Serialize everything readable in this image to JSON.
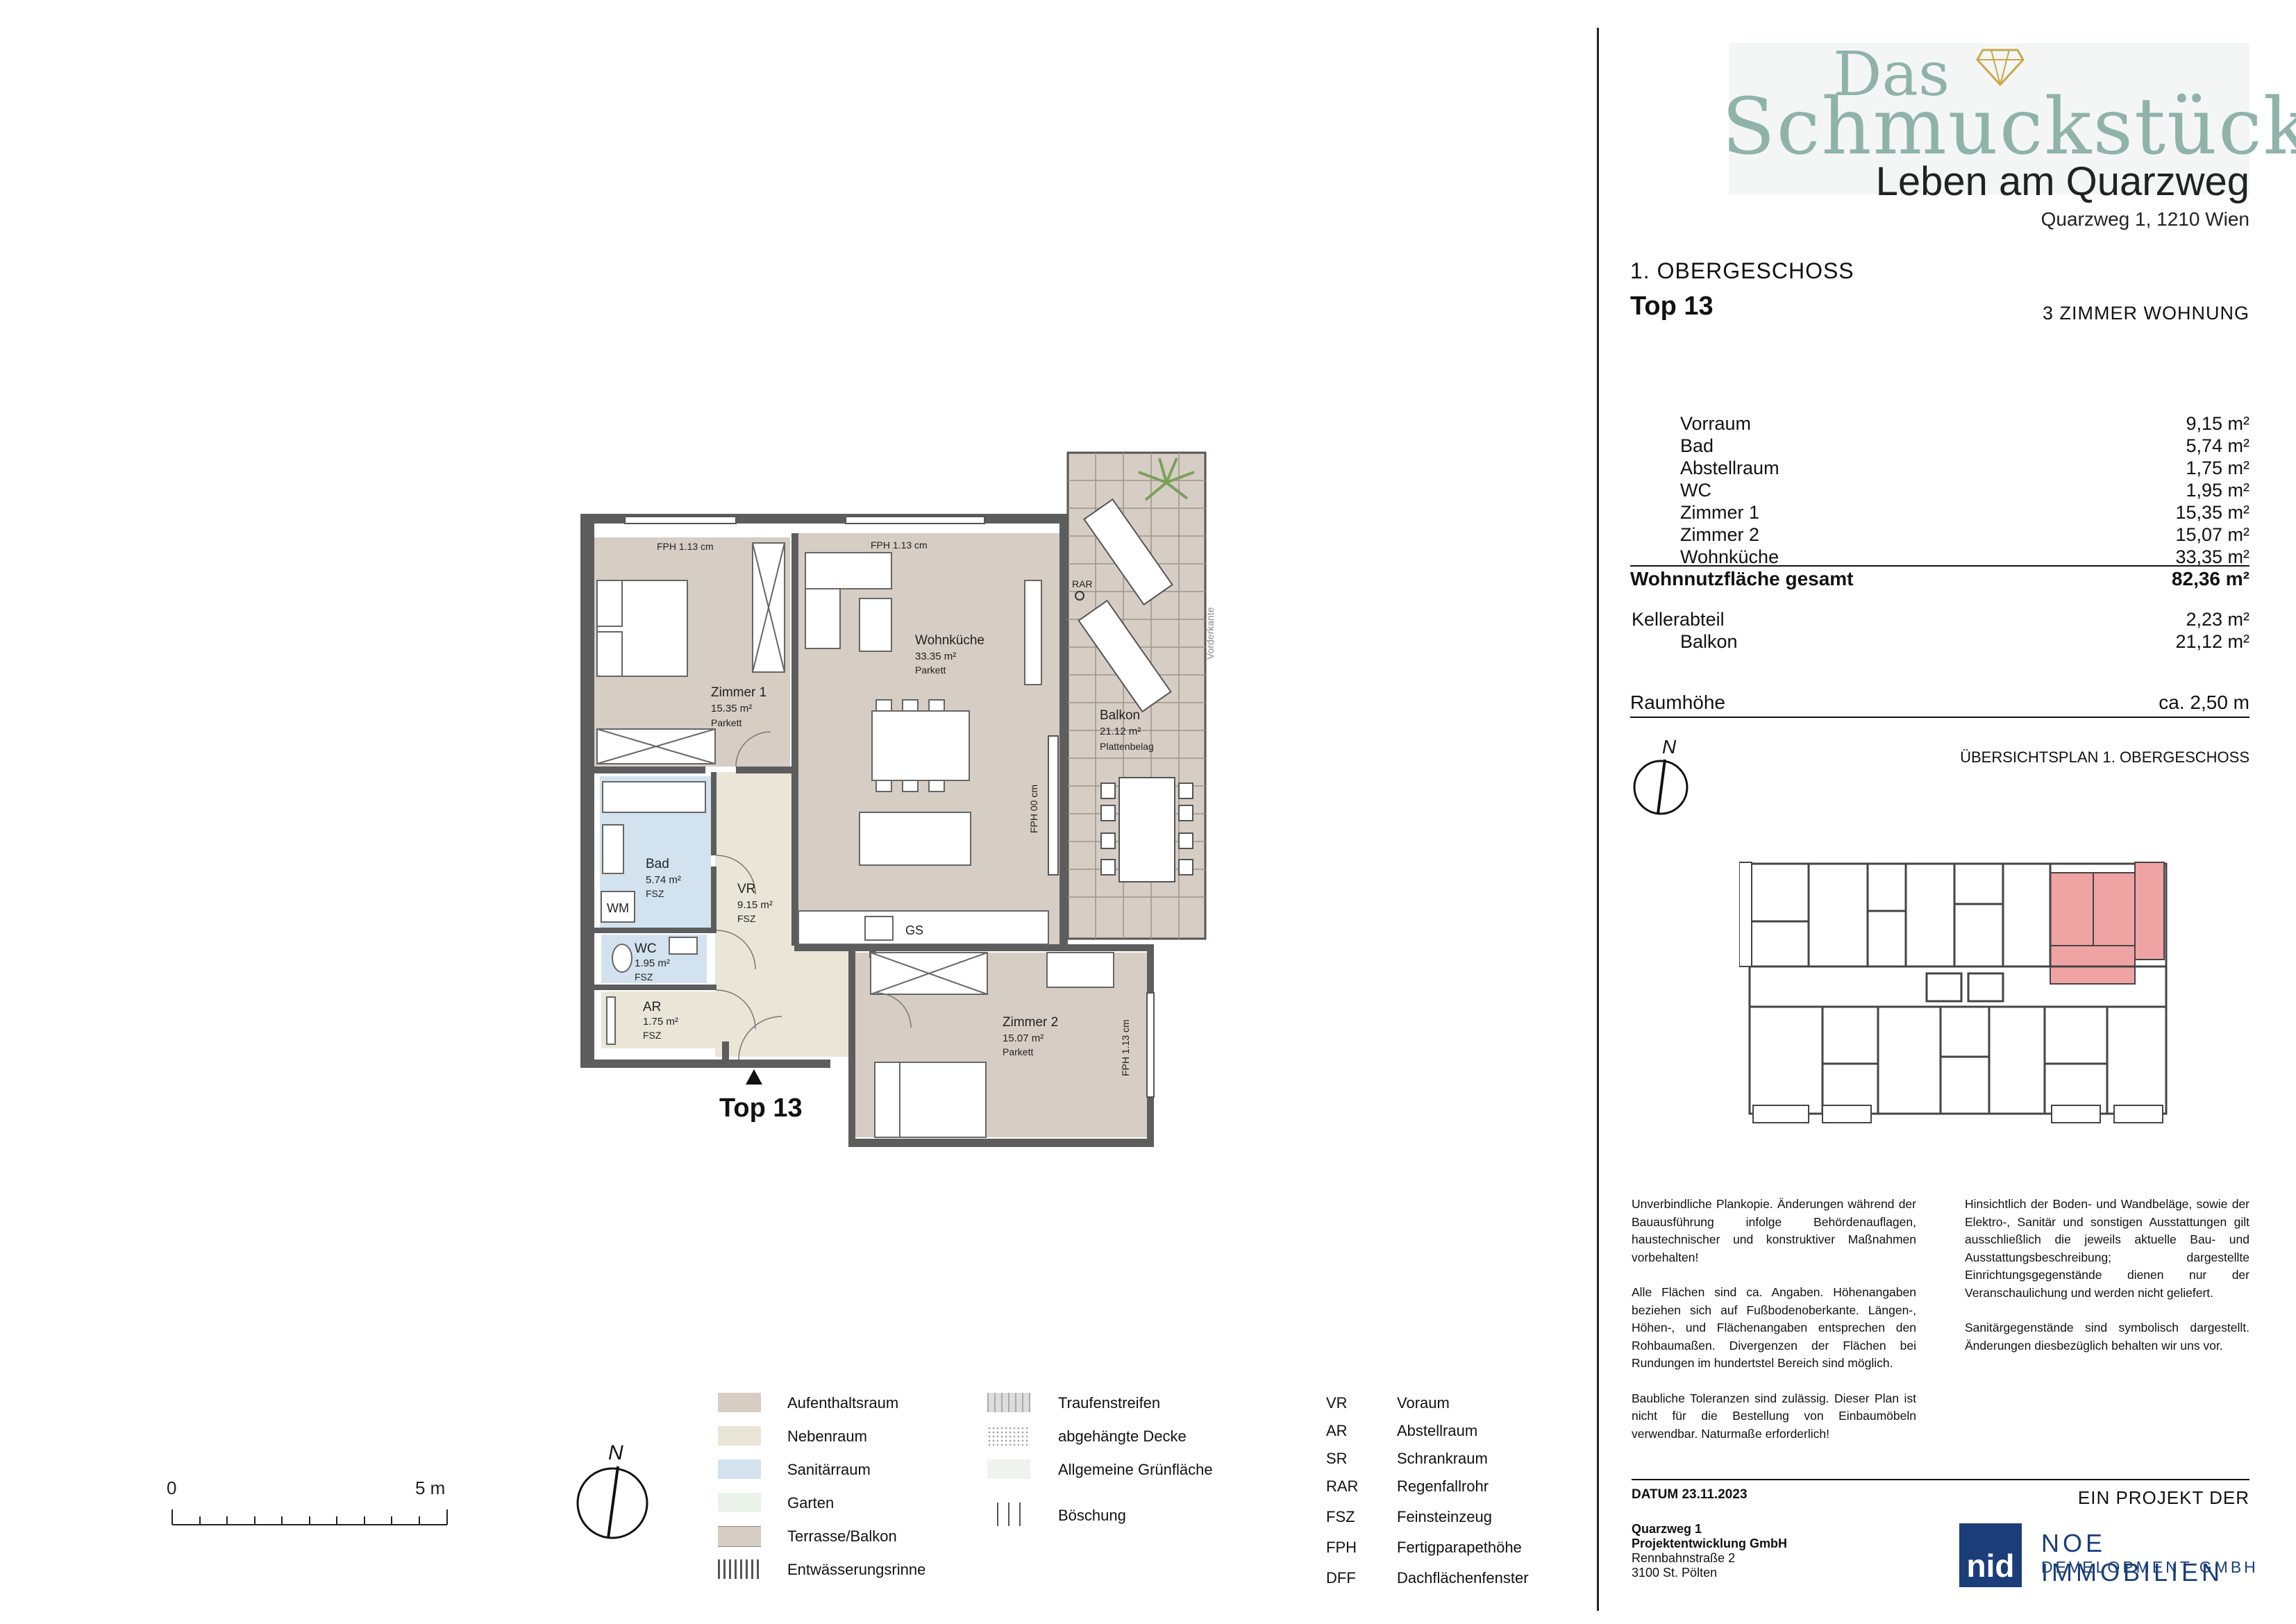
{
  "logo": {
    "line1": "Das",
    "line2": "Schmuckstück",
    "tagline": "Leben am Quarzweg",
    "address": "Quarzweg 1, 1210 Wien",
    "gem_color": "#c9a84c",
    "text_color": "#8fb3ab"
  },
  "header": {
    "floor": "1. OBERGESCHOSS",
    "unit": "Top 13",
    "unit_type": "3 ZIMMER WOHNUNG"
  },
  "areas": [
    {
      "name": "Vorraum",
      "value": "9,15 m²"
    },
    {
      "name": "Bad",
      "value": "5,74 m²"
    },
    {
      "name": "Abstellraum",
      "value": "1,75 m²"
    },
    {
      "name": "WC",
      "value": "1,95 m²"
    },
    {
      "name": "Zimmer 1",
      "value": "15,35 m²"
    },
    {
      "name": "Zimmer 2",
      "value": "15,07 m²"
    },
    {
      "name": "Wohnküche",
      "value": "33,35 m²"
    }
  ],
  "total": {
    "name": "Wohnnutzfläche gesamt",
    "value": "82,36 m²"
  },
  "extra": [
    {
      "name": "Kellerabteil",
      "value": "2,23 m²"
    },
    {
      "name": "Balkon",
      "value": "21,12 m²"
    }
  ],
  "height": {
    "name": "Raumhöhe",
    "value": "ca. 2,50 m"
  },
  "overview_title": "ÜBERSICHTSPLAN 1. OBERGESCHOSS",
  "north": "N",
  "plan_labels": {
    "zimmer1": {
      "name": "Zimmer 1",
      "area": "15.35 m²",
      "floor": "Parkett"
    },
    "wohnkueche": {
      "name": "Wohnküche",
      "area": "33.35 m²",
      "floor": "Parkett"
    },
    "balkon": {
      "name": "Balkon",
      "area": "21.12 m²",
      "floor": "Plattenbelag"
    },
    "bad": {
      "name": "Bad",
      "area": "5.74 m²",
      "floor": "FSZ"
    },
    "vr": {
      "name": "VR",
      "area": "9.15 m²",
      "floor": "FSZ"
    },
    "wc": {
      "name": "WC",
      "area": "1.95 m²",
      "floor": "FSZ"
    },
    "ar": {
      "name": "AR",
      "area": "1.75 m²",
      "floor": "FSZ"
    },
    "zimmer2": {
      "name": "Zimmer 2",
      "area": "15.07 m²",
      "floor": "Parkett"
    },
    "fph1": "FPH 1.13 cm",
    "fph2": "FPH 1.13 cm",
    "fph3": "FPH 00 cm",
    "fph4": "FPH 1.13 cm",
    "rar": "RAR",
    "gs": "GS",
    "wm": "WM",
    "vorderkante": "Vorderkante",
    "entry": "Top 13"
  },
  "scale": {
    "start": "0",
    "end": "5 m"
  },
  "legend_col1": [
    "Aufenthaltsraum",
    "Nebenraum",
    "Sanitärraum",
    "Garten",
    "Terrasse/Balkon",
    "Entwässerungsrinne"
  ],
  "legend_col2": [
    "Traufenstreifen",
    "abgehängte Decke",
    "Allgemeine Grünfläche",
    "Böschung"
  ],
  "abbr": [
    {
      "k": "VR",
      "v": "Voraum"
    },
    {
      "k": "AR",
      "v": "Abstellraum"
    },
    {
      "k": "SR",
      "v": "Schrankraum"
    },
    {
      "k": "RAR",
      "v": "Regenfallrohr"
    },
    {
      "k": "FSZ",
      "v": "Feinsteinzeug"
    },
    {
      "k": "FPH",
      "v": "Fertigparapethöhe"
    },
    {
      "k": "DFF",
      "v": "Dachflächenfenster"
    }
  ],
  "disclaimer_left": [
    "Unverbindliche Plankopie. Änderungen während der Bauausführung infolge Behördenauflagen, haustechnischer und konstruktiver Maßnahmen vorbehalten!",
    "Alle Flächen sind ca. Angaben. Höhenangaben beziehen sich auf Fußbodenoberkante. Längen-, Höhen-, und Flächenangaben entsprechen den Rohbaumaßen. Divergenzen der Flächen bei Rundungen im hundertstel Bereich sind möglich.",
    "Baubliche Toleranzen sind zulässig. Dieser Plan ist nicht für die Bestellung von Einbaumöbeln verwendbar. Naturmaße erforderlich!"
  ],
  "disclaimer_right": [
    "Hinsichtlich der Boden- und Wandbeläge, sowie der Elektro-, Sanitär und sonstigen Ausstattungen gilt ausschließlich die jeweils aktuelle Bau- und Ausstattungsbeschreibung; dargestellte Einrichtungsgegenstände dienen nur der Veranschaulichung und werden nicht geliefert.",
    "Sanitärgegenstände sind symbolisch dargestellt. Änderungen diesbezüglich behalten wir uns vor."
  ],
  "footer": {
    "datum": "DATUM   23.11.2023",
    "projekt": "EIN PROJEKT DER",
    "company": [
      "Quarzweg 1",
      "Projektentwicklung GmbH",
      "Rennbahnstraße 2",
      "3100 St. Pölten"
    ],
    "nid": "nid",
    "noe1": "NOE IMMOBILIEN",
    "noe2": "DEVELOPMENT GMBH",
    "brand_color": "#1b3e7a"
  },
  "colors": {
    "aufenthalt": "#d6cdc4",
    "neben": "#e9e6d8",
    "sanitaer": "#d3e2ef",
    "garten": "#eaf2ea",
    "wall": "#555555",
    "highlight": "#f0a3a3"
  }
}
